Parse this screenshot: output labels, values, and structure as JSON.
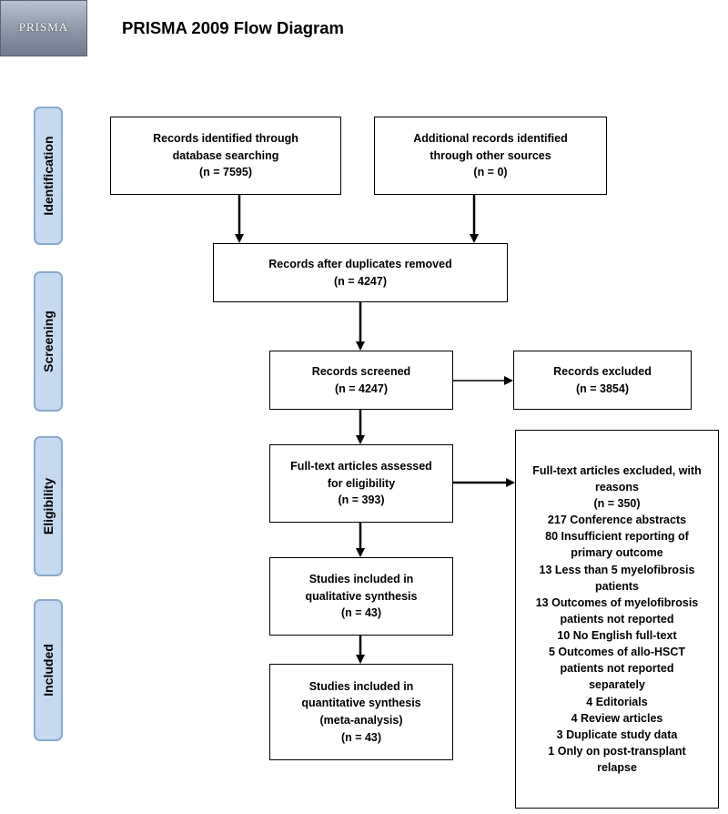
{
  "header": {
    "logo_text": "PRISMA",
    "title": "PRISMA 2009 Flow Diagram"
  },
  "phases": {
    "identification": "Identification",
    "screening": "Screening",
    "eligibility": "Eligibility",
    "included": "Included"
  },
  "boxes": {
    "database": {
      "line1": "Records identified through",
      "line2": "database searching",
      "count": "(n = 7595)"
    },
    "other_sources": {
      "line1": "Additional records identified",
      "line2": "through other sources",
      "count": "(n = 0)"
    },
    "duplicates_removed": {
      "line1": "Records after duplicates removed",
      "count": "(n = 4247)"
    },
    "screened": {
      "line1": "Records screened",
      "count": "(n = 4247)"
    },
    "excluded": {
      "line1": "Records excluded",
      "count": "(n = 3854)"
    },
    "fulltext_assessed": {
      "line1": "Full-text articles assessed",
      "line2": "for eligibility",
      "count": "(n = 393)"
    },
    "fulltext_excluded": {
      "line1": "Full-text articles excluded, with",
      "line2": "reasons",
      "count": "(n = 350)",
      "reasons": [
        "217 Conference abstracts",
        "80 Insufficient reporting of",
        "primary outcome",
        "13 Less than 5 myelofibrosis",
        "patients",
        "13 Outcomes of myelofibrosis",
        "patients not reported",
        "10 No English full-text",
        "5 Outcomes of allo-HSCT",
        "patients not reported",
        "separately",
        "4 Editorials",
        "4 Review articles",
        "3 Duplicate study data",
        "1 Only on post-transplant",
        "relapse"
      ]
    },
    "qualitative": {
      "line1": "Studies included in",
      "line2": "qualitative synthesis",
      "count": "(n = 43)"
    },
    "quantitative": {
      "line1": "Studies included in",
      "line2": "quantitative synthesis",
      "line3": "(meta-analysis)",
      "count": "(n = 43)"
    }
  }
}
